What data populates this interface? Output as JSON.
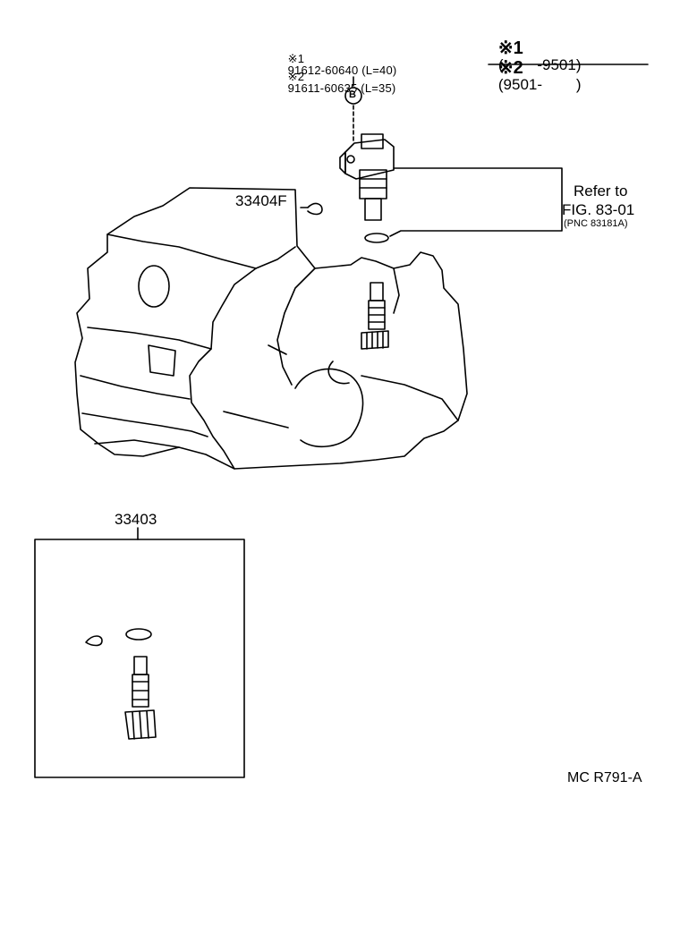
{
  "bolt_note": {
    "line1_mark": "※1",
    "line1_text": "91612-60640 (L=40)",
    "line2_mark": "※2",
    "line2_text": "91611-60635 (L=35)",
    "callout_letter": "B"
  },
  "serial_legend": {
    "row1_mark": "※1",
    "row1_range": "(        -9501)",
    "row2_mark": "※2",
    "row2_range": "(9501-        )"
  },
  "reference": {
    "line1": "Refer to",
    "line2": "FIG. 83-01",
    "line3": "(PNC 83181A)"
  },
  "parts": {
    "clip_part_no": "33404F",
    "kit_part_no": "33403"
  },
  "diagram_code": "MC R791-A",
  "colors": {
    "ink": "#000000",
    "paper": "#ffffff"
  }
}
